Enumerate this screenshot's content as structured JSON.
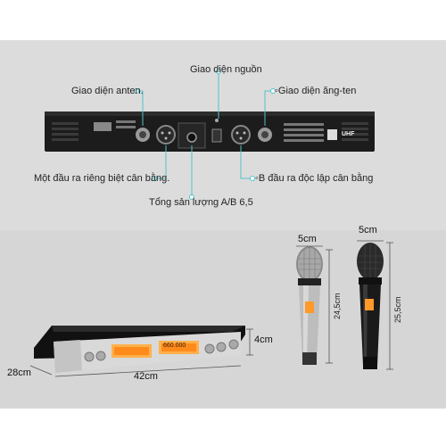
{
  "callouts": {
    "antenna": "Giao diện anten.",
    "power": "Giao diện nguồn",
    "antenna2": "◦Giao diện ăng-ten",
    "balanced_separate": "Một đầu ra riêng biệt cân bằng.",
    "balanced_ab": "◦B đầu ra độc lập cân bằng",
    "total_output": "Tổng sản lượng A/B 6,5"
  },
  "dimensions": {
    "depth": "28cm",
    "width": "42cm",
    "height": "4cm",
    "mic1_diameter": "5cm",
    "mic1_length": "24,5cm",
    "mic2_diameter": "5cm",
    "mic2_length": "25,5cm"
  },
  "brand_badge": "UHF",
  "display_value": "660.000",
  "colors": {
    "callout_line": "#4fc3c7",
    "receiver_body": "#1a1a1a",
    "display": "#ff8a1c",
    "background": "#dcdcdc"
  }
}
